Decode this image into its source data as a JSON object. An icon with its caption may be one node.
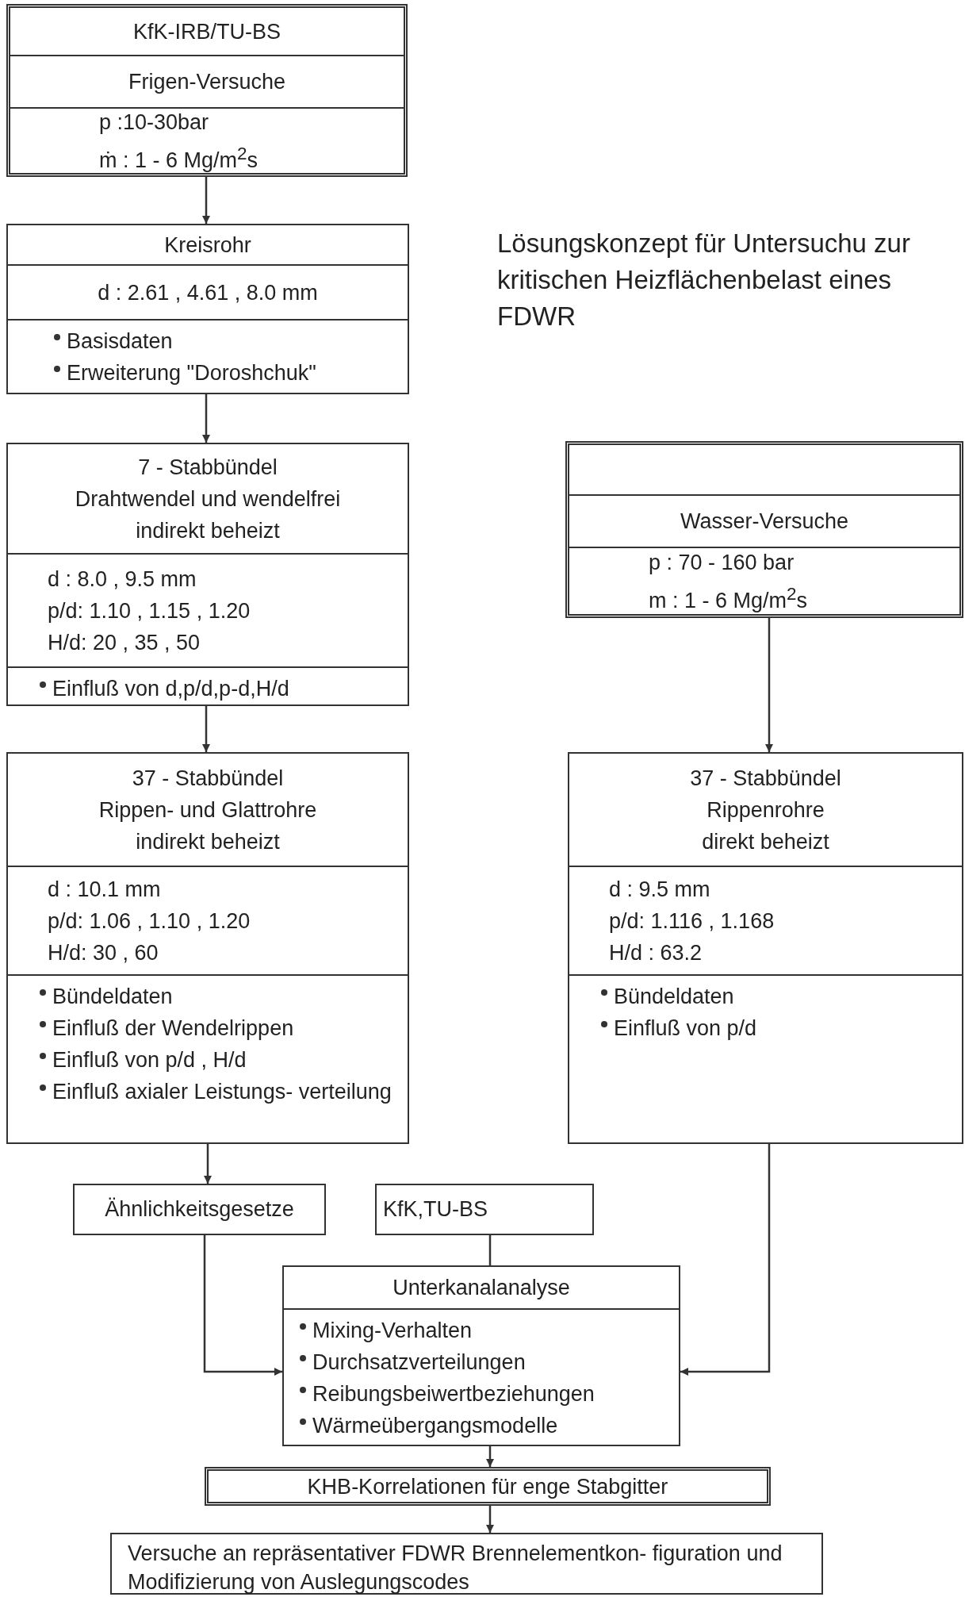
{
  "diagram": {
    "title": "Lösungskonzept für Untersuchu zur kritischen Heizflächenbelast eines FDWR",
    "nodes": [
      {
        "text": [
          "KfK-IRB/TU-BS",
          "Frigen-Versuche",
          "p :10-30bar",
          "ṁ : 1 - 6 Mg/m$^{2}$s"
        ]
      },
      {
        "text": [
          "Kreisrohr",
          "d : 2.61 , 4.61 , 8.0 mm",
          "Basisdaten",
          "Erweiterung \"Doroshchuk\""
        ]
      },
      {
        "text": [
          "7 - Stabbündel",
          "Drahtwendel und wendelfrei",
          "indirekt beheizt",
          "d : 8.0 , 9.5 mm",
          "p/d: 1.10 , 1.15 , 1.20",
          "H/d: 20 , 35 , 50",
          "Einfluß von d,p/d,p-d,H/d"
        ]
      },
      {
        "text": [
          "37 - Stabbündel",
          "Rippen- und Glattrohre",
          "indirekt beheizt",
          "d : 10.1 mm",
          "p/d: 1.06 , 1.10 , 1.20",
          "H/d: 30 , 60",
          "Bündeldaten",
          "Einfluß der Wendelrippen",
          "Einfluß von p/d , H/d",
          "Einfluß axialer Leistungs- verteilung"
        ]
      },
      {
        "text": [
          "Wasser-Versuche",
          "p : 70 - 160 bar",
          "m : 1 - 6 Mg/m$^{2}$s"
        ]
      },
      {
        "text": [
          "37 - Stabbündel",
          "Rippenrohre",
          "direkt beheizt",
          "d : 9.5 mm",
          "p/d: 1.116 , 1.168",
          "H/d : 63.2",
          "Bündeldaten",
          "Einfluß von p/d"
        ]
      },
      {
        "text": [
          "Ähnlichkeitsgesetze"
        ]
      },
      {
        "text": [
          "KfK,TU-BS"
        ]
      },
      {
        "text": [
          "Unterkanalanalyse",
          "Mixing-Verhalten",
          "Durchsatzverteilungen",
          "Reibungsbeiwertbeziehungen",
          "Wärmeübergangsmodelle"
        ]
      },
      {
        "text": [
          "KHB-Korrelationen für enge Stabgitter"
        ]
      },
      {
        "text": [
          "Versuche an repräsentativer FDWR Brennelementkon- figuration und Modifizierung von Auslegungscodes"
        ]
      }
    ],
    "edges": [
      {
        "from": 0,
        "to": 1,
        "arrow": "to"
      },
      {
        "from": 1,
        "to": 2,
        "arrow": "to"
      },
      {
        "from": 2,
        "to": 3,
        "arrow": "to"
      },
      {
        "from": 4,
        "to": 5,
        "arrow": "to"
      },
      {
        "from": 3,
        "to": 6,
        "arrow": "to"
      },
      {
        "from": 6,
        "to": 8,
        "arrow": "to"
      },
      {
        "from": 7,
        "to": 8,
        "arrow": "none"
      },
      {
        "from": 5,
        "to": 8,
        "arrow": "to"
      },
      {
        "from": 8,
        "to": 9,
        "arrow": "to"
      },
      {
        "from": 9,
        "to": 10,
        "arrow": "to"
      }
    ]
  }
}
